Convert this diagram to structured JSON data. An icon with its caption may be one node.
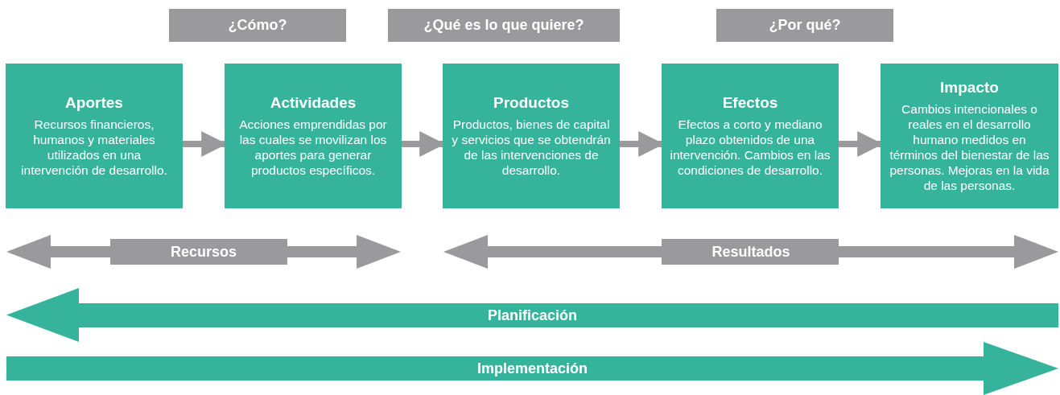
{
  "diagram": {
    "nodes": [
      {
        "text": [
          "¿Cómo?"
        ]
      },
      {
        "text": [
          "¿Qué es lo que quiere?"
        ]
      },
      {
        "text": [
          "¿Por qué?"
        ]
      },
      {
        "text": [
          "Aportes",
          "Recursos financieros, humanos y materiales utilizados en una intervención de desarrollo."
        ]
      },
      {
        "text": [
          "Actividades",
          "Acciones emprendidas por las cuales se movilizan los aportes para generar productos específicos."
        ]
      },
      {
        "text": [
          "Productos",
          "Productos, bienes de capital y servicios que se obtendrán de las intervenciones de desarrollo."
        ]
      },
      {
        "text": [
          "Efectos",
          "Efectos a corto y mediano plazo obtenidos de una intervención. Cambios en las condiciones de desarrollo."
        ]
      },
      {
        "text": [
          "Impacto",
          "Cambios intencionales o reales en el desarrollo humano medidos en términos del bienestar de las personas. Mejoras en la vida de las personas."
        ]
      },
      {
        "text": [
          "Recursos"
        ]
      },
      {
        "text": [
          "Resultados"
        ]
      },
      {
        "text": [
          "Planificación"
        ]
      },
      {
        "text": [
          "Implementación"
        ]
      }
    ],
    "edges": [
      {
        "from": 3,
        "to": 4,
        "arrow": "to"
      },
      {
        "from": 4,
        "to": 5,
        "arrow": "to"
      },
      {
        "from": 5,
        "to": 6,
        "arrow": "to"
      },
      {
        "from": 6,
        "to": 7,
        "arrow": "to"
      }
    ]
  }
}
